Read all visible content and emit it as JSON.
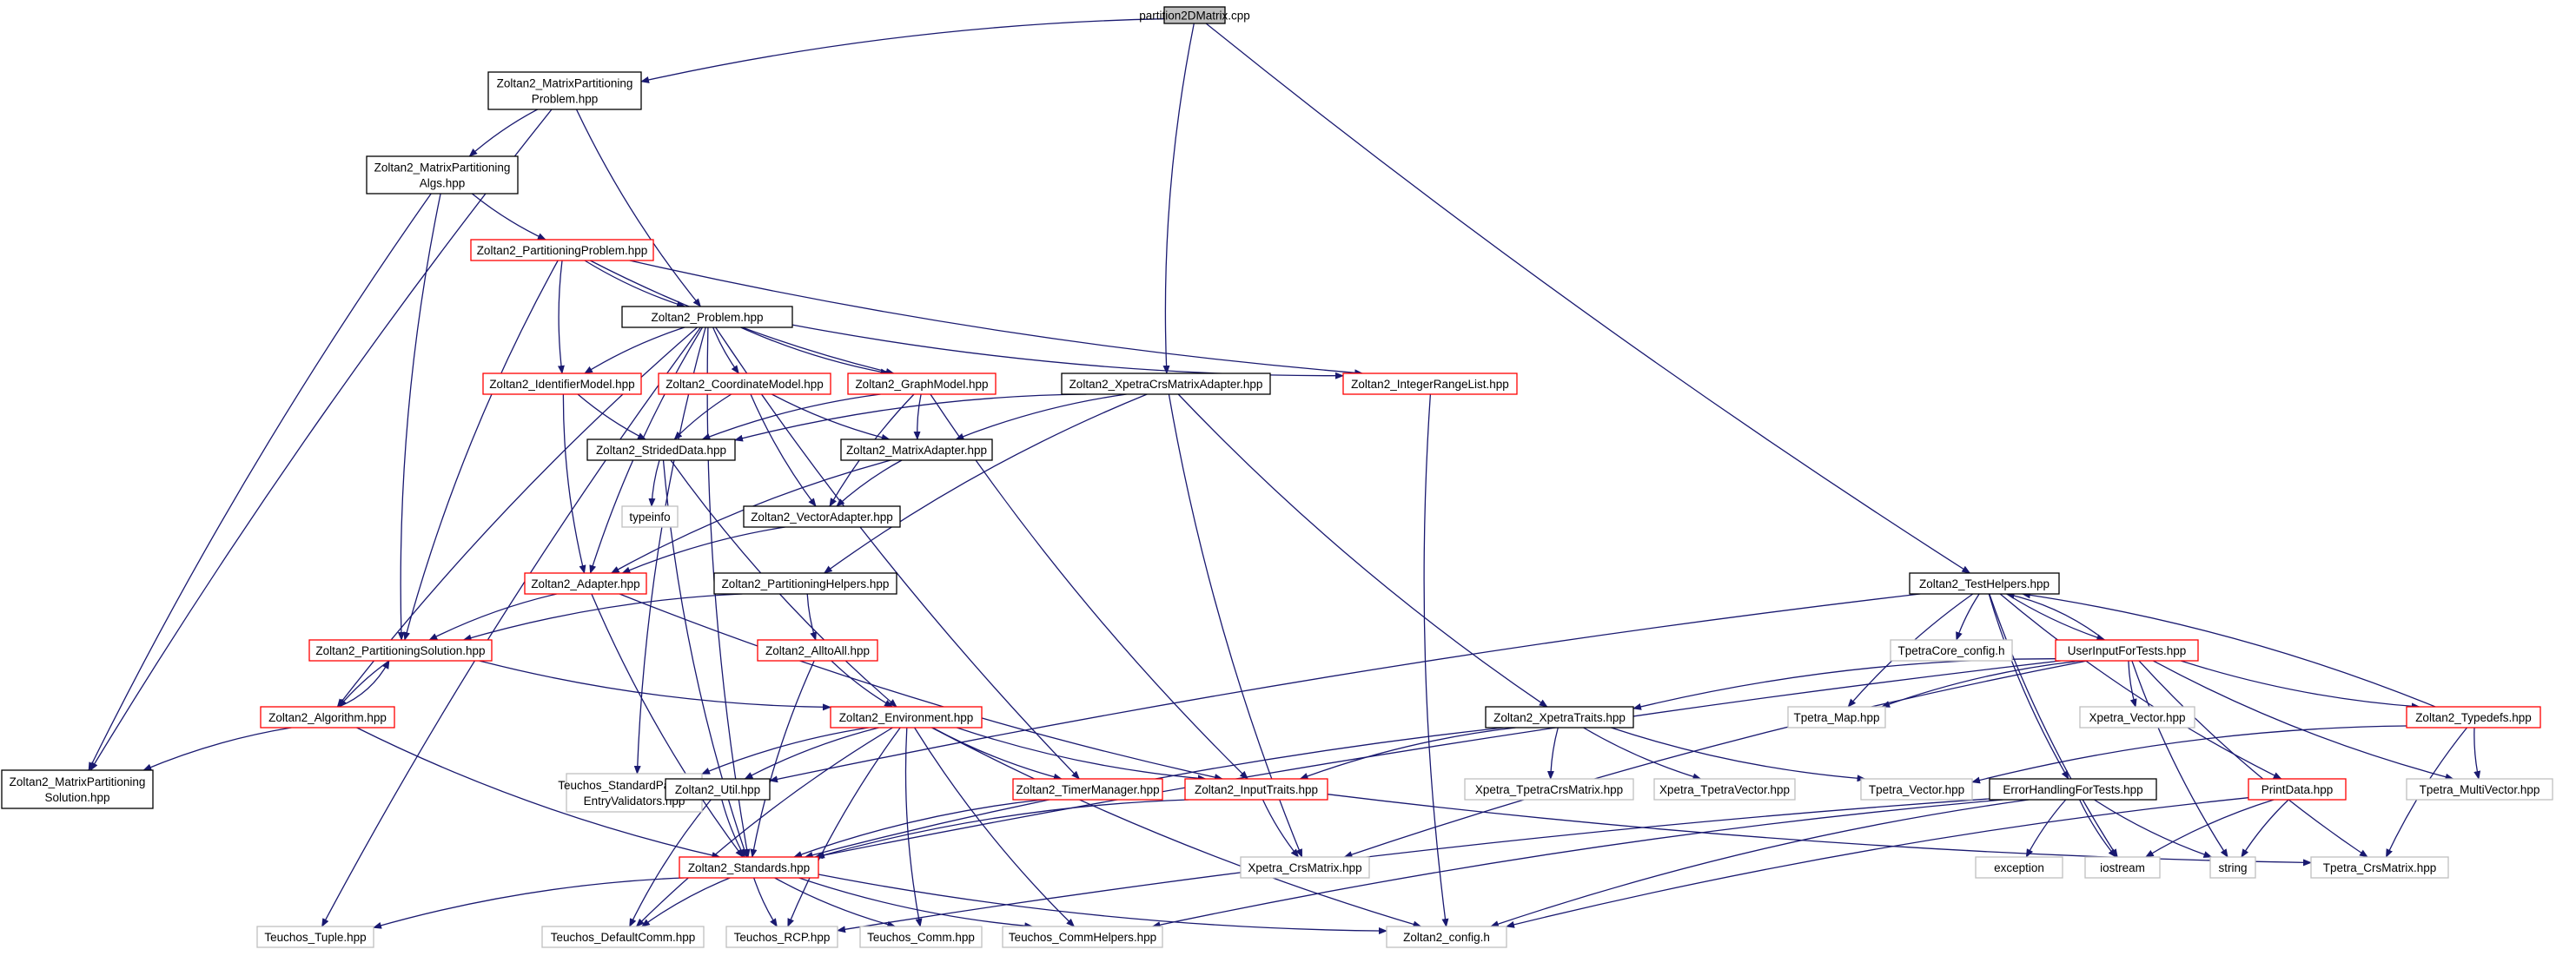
{
  "graph": {
    "title": "partition2DMatrix.cpp",
    "colors": {
      "edge": "#191970",
      "root_fill": "#bfbfbf",
      "node_black_border": "#000000",
      "node_red_border": "#ff0000",
      "node_gray_border": "#bfbfbf",
      "background": "#ffffff"
    },
    "nodes": [
      {
        "id": "root",
        "lines": [
          "partition2DMatrix.cpp"
        ],
        "style": "root"
      },
      {
        "id": "mpp",
        "lines": [
          "Zoltan2_MatrixPartitioning",
          "Problem.hpp"
        ],
        "style": "black"
      },
      {
        "id": "mpa",
        "lines": [
          "Zoltan2_MatrixPartitioning",
          "Algs.hpp"
        ],
        "style": "black"
      },
      {
        "id": "pp",
        "lines": [
          "Zoltan2_PartitioningProblem.hpp"
        ],
        "style": "red"
      },
      {
        "id": "prob",
        "lines": [
          "Zoltan2_Problem.hpp"
        ],
        "style": "black"
      },
      {
        "id": "idm",
        "lines": [
          "Zoltan2_IdentifierModel.hpp"
        ],
        "style": "red"
      },
      {
        "id": "cm",
        "lines": [
          "Zoltan2_CoordinateModel.hpp"
        ],
        "style": "red"
      },
      {
        "id": "gm",
        "lines": [
          "Zoltan2_GraphModel.hpp"
        ],
        "style": "red"
      },
      {
        "id": "xcma",
        "lines": [
          "Zoltan2_XpetraCrsMatrixAdapter.hpp"
        ],
        "style": "black"
      },
      {
        "id": "irl",
        "lines": [
          "Zoltan2_IntegerRangeList.hpp"
        ],
        "style": "red"
      },
      {
        "id": "sd",
        "lines": [
          "Zoltan2_StridedData.hpp"
        ],
        "style": "black"
      },
      {
        "id": "ma",
        "lines": [
          "Zoltan2_MatrixAdapter.hpp"
        ],
        "style": "black"
      },
      {
        "id": "ti",
        "lines": [
          "typeinfo"
        ],
        "style": "gray"
      },
      {
        "id": "va",
        "lines": [
          "Zoltan2_VectorAdapter.hpp"
        ],
        "style": "black"
      },
      {
        "id": "ad",
        "lines": [
          "Zoltan2_Adapter.hpp"
        ],
        "style": "red"
      },
      {
        "id": "ph",
        "lines": [
          "Zoltan2_PartitioningHelpers.hpp"
        ],
        "style": "black"
      },
      {
        "id": "ps",
        "lines": [
          "Zoltan2_PartitioningSolution.hpp"
        ],
        "style": "red"
      },
      {
        "id": "a2a",
        "lines": [
          "Zoltan2_AlltoAll.hpp"
        ],
        "style": "red"
      },
      {
        "id": "alg",
        "lines": [
          "Zoltan2_Algorithm.hpp"
        ],
        "style": "red"
      },
      {
        "id": "env",
        "lines": [
          "Zoltan2_Environment.hpp"
        ],
        "style": "red"
      },
      {
        "id": "mps",
        "lines": [
          "Zoltan2_MatrixPartitioning",
          "Solution.hpp"
        ],
        "style": "black"
      },
      {
        "id": "tspv",
        "lines": [
          "Teuchos_StandardParameter",
          "EntryValidators.hpp"
        ],
        "style": "gray"
      },
      {
        "id": "util",
        "lines": [
          "Zoltan2_Util.hpp"
        ],
        "style": "black"
      },
      {
        "id": "tm",
        "lines": [
          "Zoltan2_TimerManager.hpp"
        ],
        "style": "red"
      },
      {
        "id": "it",
        "lines": [
          "Zoltan2_InputTraits.hpp"
        ],
        "style": "red"
      },
      {
        "id": "std",
        "lines": [
          "Zoltan2_Standards.hpp"
        ],
        "style": "red"
      },
      {
        "id": "tt",
        "lines": [
          "Teuchos_Tuple.hpp"
        ],
        "style": "gray"
      },
      {
        "id": "tdc",
        "lines": [
          "Teuchos_DefaultComm.hpp"
        ],
        "style": "gray"
      },
      {
        "id": "trcp",
        "lines": [
          "Teuchos_RCP.hpp"
        ],
        "style": "gray"
      },
      {
        "id": "tc",
        "lines": [
          "Teuchos_Comm.hpp"
        ],
        "style": "gray"
      },
      {
        "id": "tch",
        "lines": [
          "Teuchos_CommHelpers.hpp"
        ],
        "style": "gray"
      },
      {
        "id": "zc",
        "lines": [
          "Zoltan2_config.h"
        ],
        "style": "gray"
      },
      {
        "id": "xcm",
        "lines": [
          "Xpetra_CrsMatrix.hpp"
        ],
        "style": "gray"
      },
      {
        "id": "xt",
        "lines": [
          "Zoltan2_XpetraTraits.hpp"
        ],
        "style": "black"
      },
      {
        "id": "xtcm",
        "lines": [
          "Xpetra_TpetraCrsMatrix.hpp"
        ],
        "style": "gray"
      },
      {
        "id": "xtv",
        "lines": [
          "Xpetra_TpetraVector.hpp"
        ],
        "style": "gray"
      },
      {
        "id": "th",
        "lines": [
          "Zoltan2_TestHelpers.hpp"
        ],
        "style": "black"
      },
      {
        "id": "tcc",
        "lines": [
          "TpetraCore_config.h"
        ],
        "style": "gray"
      },
      {
        "id": "uift",
        "lines": [
          "UserInputForTests.hpp"
        ],
        "style": "red"
      },
      {
        "id": "tmap",
        "lines": [
          "Tpetra_Map.hpp"
        ],
        "style": "gray"
      },
      {
        "id": "xv",
        "lines": [
          "Xpetra_Vector.hpp"
        ],
        "style": "gray"
      },
      {
        "id": "td",
        "lines": [
          "Zoltan2_Typedefs.hpp"
        ],
        "style": "red"
      },
      {
        "id": "tv",
        "lines": [
          "Tpetra_Vector.hpp"
        ],
        "style": "gray"
      },
      {
        "id": "ehft",
        "lines": [
          "ErrorHandlingForTests.hpp"
        ],
        "style": "black"
      },
      {
        "id": "pd",
        "lines": [
          "PrintData.hpp"
        ],
        "style": "red"
      },
      {
        "id": "tmv",
        "lines": [
          "Tpetra_MultiVector.hpp"
        ],
        "style": "gray"
      },
      {
        "id": "exc",
        "lines": [
          "exception"
        ],
        "style": "gray"
      },
      {
        "id": "ios",
        "lines": [
          "iostream"
        ],
        "style": "gray"
      },
      {
        "id": "str",
        "lines": [
          "string"
        ],
        "style": "gray"
      },
      {
        "id": "tcm",
        "lines": [
          "Tpetra_CrsMatrix.hpp"
        ],
        "style": "gray"
      }
    ],
    "edges": [
      [
        "root",
        "mpp"
      ],
      [
        "root",
        "xcma"
      ],
      [
        "root",
        "th"
      ],
      [
        "mpp",
        "mpa"
      ],
      [
        "mpp",
        "mps"
      ],
      [
        "mpp",
        "prob"
      ],
      [
        "mpa",
        "pp"
      ],
      [
        "mpa",
        "ps"
      ],
      [
        "mpa",
        "mps"
      ],
      [
        "pp",
        "prob"
      ],
      [
        "pp",
        "idm"
      ],
      [
        "pp",
        "gm"
      ],
      [
        "pp",
        "irl"
      ],
      [
        "pp",
        "ps"
      ],
      [
        "prob",
        "idm"
      ],
      [
        "prob",
        "cm"
      ],
      [
        "prob",
        "gm"
      ],
      [
        "prob",
        "irl"
      ],
      [
        "prob",
        "alg"
      ],
      [
        "prob",
        "std"
      ],
      [
        "prob",
        "tt"
      ],
      [
        "prob",
        "tm"
      ],
      [
        "prob",
        "tspv"
      ],
      [
        "prob",
        "ad"
      ],
      [
        "idm",
        "sd"
      ],
      [
        "idm",
        "ad"
      ],
      [
        "cm",
        "sd"
      ],
      [
        "cm",
        "ma"
      ],
      [
        "cm",
        "va"
      ],
      [
        "gm",
        "sd"
      ],
      [
        "gm",
        "ma"
      ],
      [
        "gm",
        "va"
      ],
      [
        "gm",
        "it"
      ],
      [
        "xcma",
        "sd"
      ],
      [
        "xcma",
        "ma"
      ],
      [
        "xcma",
        "ph"
      ],
      [
        "xcma",
        "xt"
      ],
      [
        "xcma",
        "xcm"
      ],
      [
        "irl",
        "zc"
      ],
      [
        "sd",
        "ti"
      ],
      [
        "sd",
        "env"
      ],
      [
        "sd",
        "std"
      ],
      [
        "ma",
        "va"
      ],
      [
        "ma",
        "ad"
      ],
      [
        "va",
        "ad"
      ],
      [
        "ad",
        "ps"
      ],
      [
        "ad",
        "it"
      ],
      [
        "ad",
        "std"
      ],
      [
        "ph",
        "ps"
      ],
      [
        "ph",
        "a2a"
      ],
      [
        "ps",
        "alg"
      ],
      [
        "ps",
        "env"
      ],
      [
        "alg",
        "ps"
      ],
      [
        "alg",
        "mps"
      ],
      [
        "alg",
        "std"
      ],
      [
        "a2a",
        "env"
      ],
      [
        "a2a",
        "std"
      ],
      [
        "env",
        "tspv"
      ],
      [
        "env",
        "util"
      ],
      [
        "env",
        "tm"
      ],
      [
        "env",
        "it"
      ],
      [
        "env",
        "tdc"
      ],
      [
        "env",
        "trcp"
      ],
      [
        "env",
        "tc"
      ],
      [
        "env",
        "tch"
      ],
      [
        "env",
        "zc"
      ],
      [
        "util",
        "std"
      ],
      [
        "util",
        "tdc"
      ],
      [
        "tm",
        "std"
      ],
      [
        "it",
        "std"
      ],
      [
        "it",
        "xcm"
      ],
      [
        "it",
        "tcm"
      ],
      [
        "std",
        "tt"
      ],
      [
        "std",
        "tdc"
      ],
      [
        "std",
        "trcp"
      ],
      [
        "std",
        "tc"
      ],
      [
        "std",
        "tch"
      ],
      [
        "std",
        "zc"
      ],
      [
        "xt",
        "it"
      ],
      [
        "xt",
        "xtcm"
      ],
      [
        "xt",
        "xtv"
      ],
      [
        "xt",
        "tv"
      ],
      [
        "xt",
        "std"
      ],
      [
        "th",
        "util"
      ],
      [
        "th",
        "tcc"
      ],
      [
        "th",
        "tmap"
      ],
      [
        "th",
        "uift"
      ],
      [
        "th",
        "ehft"
      ],
      [
        "th",
        "pd"
      ],
      [
        "th",
        "ios"
      ],
      [
        "uift",
        "th"
      ],
      [
        "uift",
        "xt"
      ],
      [
        "uift",
        "tmap"
      ],
      [
        "uift",
        "xv"
      ],
      [
        "uift",
        "td"
      ],
      [
        "uift",
        "tmv"
      ],
      [
        "uift",
        "tcm"
      ],
      [
        "uift",
        "str"
      ],
      [
        "uift",
        "xcm"
      ],
      [
        "uift",
        "std"
      ],
      [
        "td",
        "th"
      ],
      [
        "td",
        "tv"
      ],
      [
        "td",
        "tmv"
      ],
      [
        "td",
        "tcm"
      ],
      [
        "ehft",
        "exc"
      ],
      [
        "ehft",
        "ios"
      ],
      [
        "ehft",
        "str"
      ],
      [
        "ehft",
        "zc"
      ],
      [
        "ehft",
        "trcp"
      ],
      [
        "ehft",
        "tch"
      ],
      [
        "pd",
        "ios"
      ],
      [
        "pd",
        "str"
      ],
      [
        "pd",
        "zc"
      ]
    ]
  }
}
